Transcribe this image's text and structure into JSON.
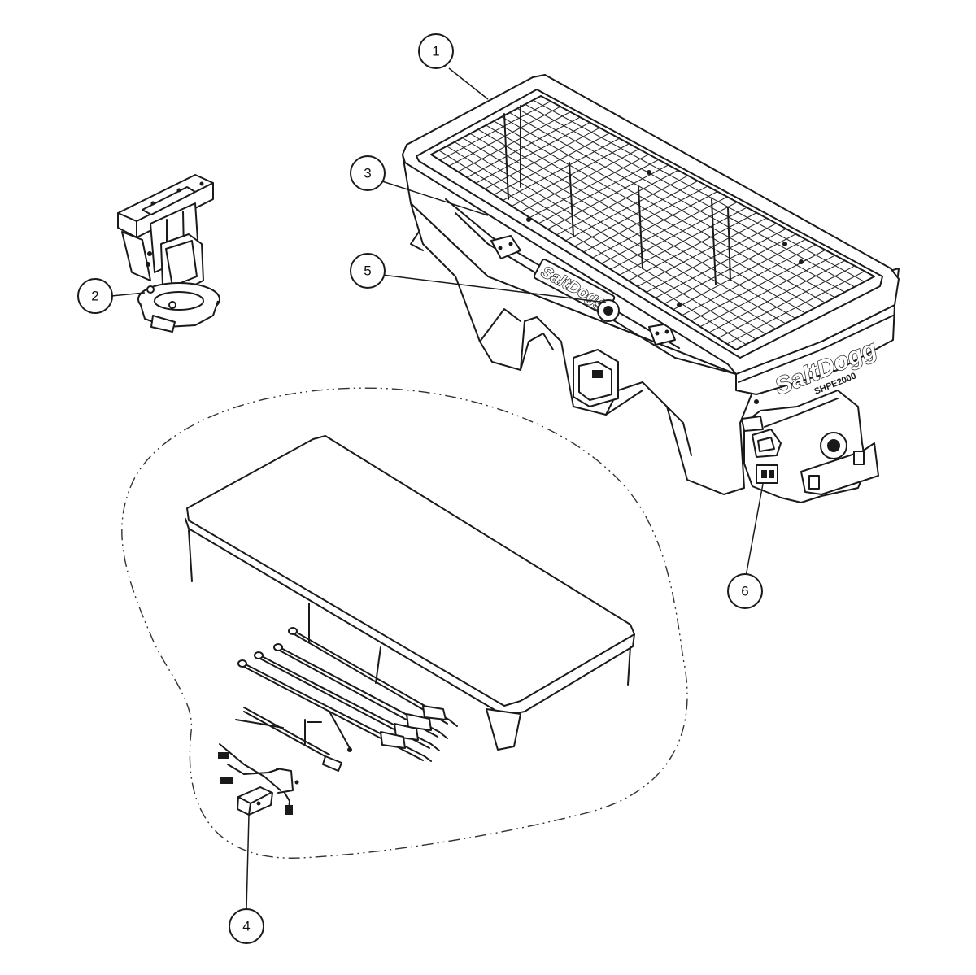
{
  "callouts": [
    {
      "label": "1"
    },
    {
      "label": "2"
    },
    {
      "label": "3"
    },
    {
      "label": "4"
    },
    {
      "label": "5"
    },
    {
      "label": "6"
    }
  ],
  "branding": {
    "brand_name": "SaltDogg",
    "model_plate": "SHPE2000"
  },
  "colors": {
    "line": "#1a1a1a",
    "background": "#ffffff"
  }
}
